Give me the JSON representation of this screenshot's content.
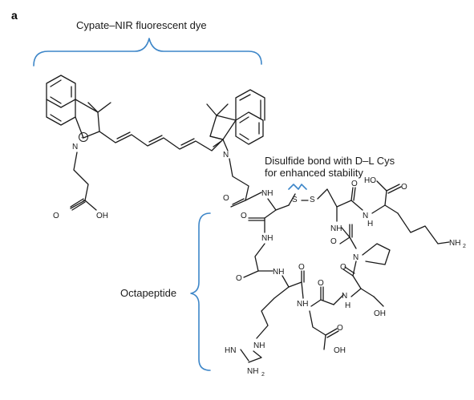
{
  "panel_label": "a",
  "annotations": {
    "dye": "Cypate–NIR fluorescent dye",
    "disulfide_line1": "Disulfide bond with D–L Cys",
    "disulfide_line2": "for enhanced stability",
    "octapeptide": "Octapeptide"
  },
  "atoms": {
    "n_plus": "N",
    "plus": "+",
    "n_right": "N",
    "oh": "OH",
    "o": "O",
    "nh": "NH",
    "hn": "HN",
    "n": "N",
    "h": "H",
    "s": "S",
    "ho": "HO",
    "nh2": "NH",
    "sub2": "2"
  },
  "colors": {
    "annotation_brace": "#3d86c8",
    "structure": "#1a1a1a"
  }
}
